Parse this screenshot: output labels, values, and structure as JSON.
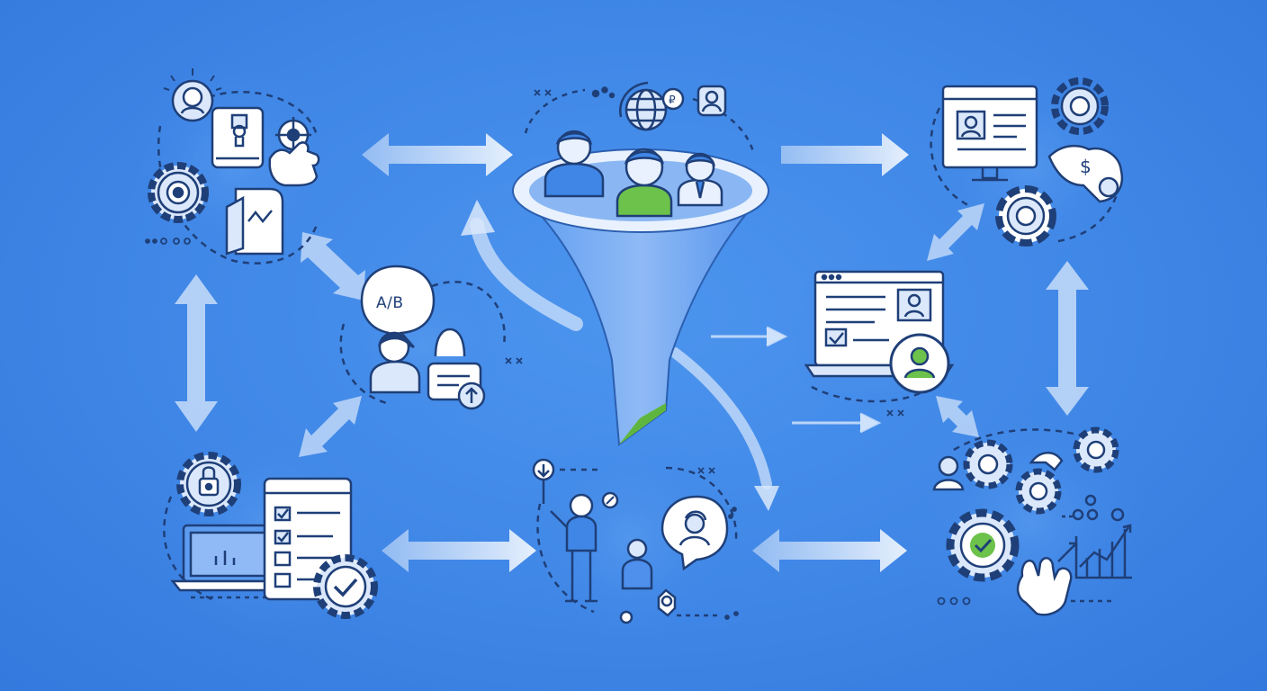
{
  "diagram": {
    "center": {
      "kind": "funnel",
      "icon": "funnel-icon"
    },
    "nodes": [
      {
        "id": "customer-research",
        "icons": [
          "person-icon",
          "id-card-icon",
          "target-icon",
          "hand-icon",
          "gear-icon",
          "document-chart-icon"
        ]
      },
      {
        "id": "ab-testing",
        "icons": [
          "speech-bubble-icon",
          "person-icon",
          "form-upload-icon"
        ],
        "label": "A/B"
      },
      {
        "id": "automation-checklist",
        "icons": [
          "gear-lock-icon",
          "laptop-chart-icon",
          "checklist-icon",
          "check-gear-icon"
        ]
      },
      {
        "id": "user-feedback",
        "icons": [
          "presenter-icon",
          "person-icon",
          "chat-avatar-icon",
          "lightbulb-icon",
          "download-icon"
        ]
      },
      {
        "id": "landing-page",
        "icons": [
          "monitor-profile-icon",
          "gear-icon",
          "money-hand-icon",
          "settings-ring-icon"
        ]
      },
      {
        "id": "lead-form",
        "icons": [
          "laptop-form-icon",
          "user-badge-icon"
        ]
      },
      {
        "id": "analytics-optimization",
        "icons": [
          "gears-cluster-icon",
          "check-gear-icon",
          "pointer-hand-icon",
          "growth-chart-icon",
          "user-group-icon"
        ]
      },
      {
        "id": "audience-targeting",
        "icons": [
          "globe-icon",
          "coin-icon",
          "avatar-icon"
        ]
      }
    ],
    "colors": {
      "background": "#3f86e6",
      "line": "#1f3f78",
      "light_fill": "#dbe8fb",
      "white": "#ffffff",
      "accent_green": "#6cc24a",
      "arrow": "#cfe2fb"
    }
  }
}
